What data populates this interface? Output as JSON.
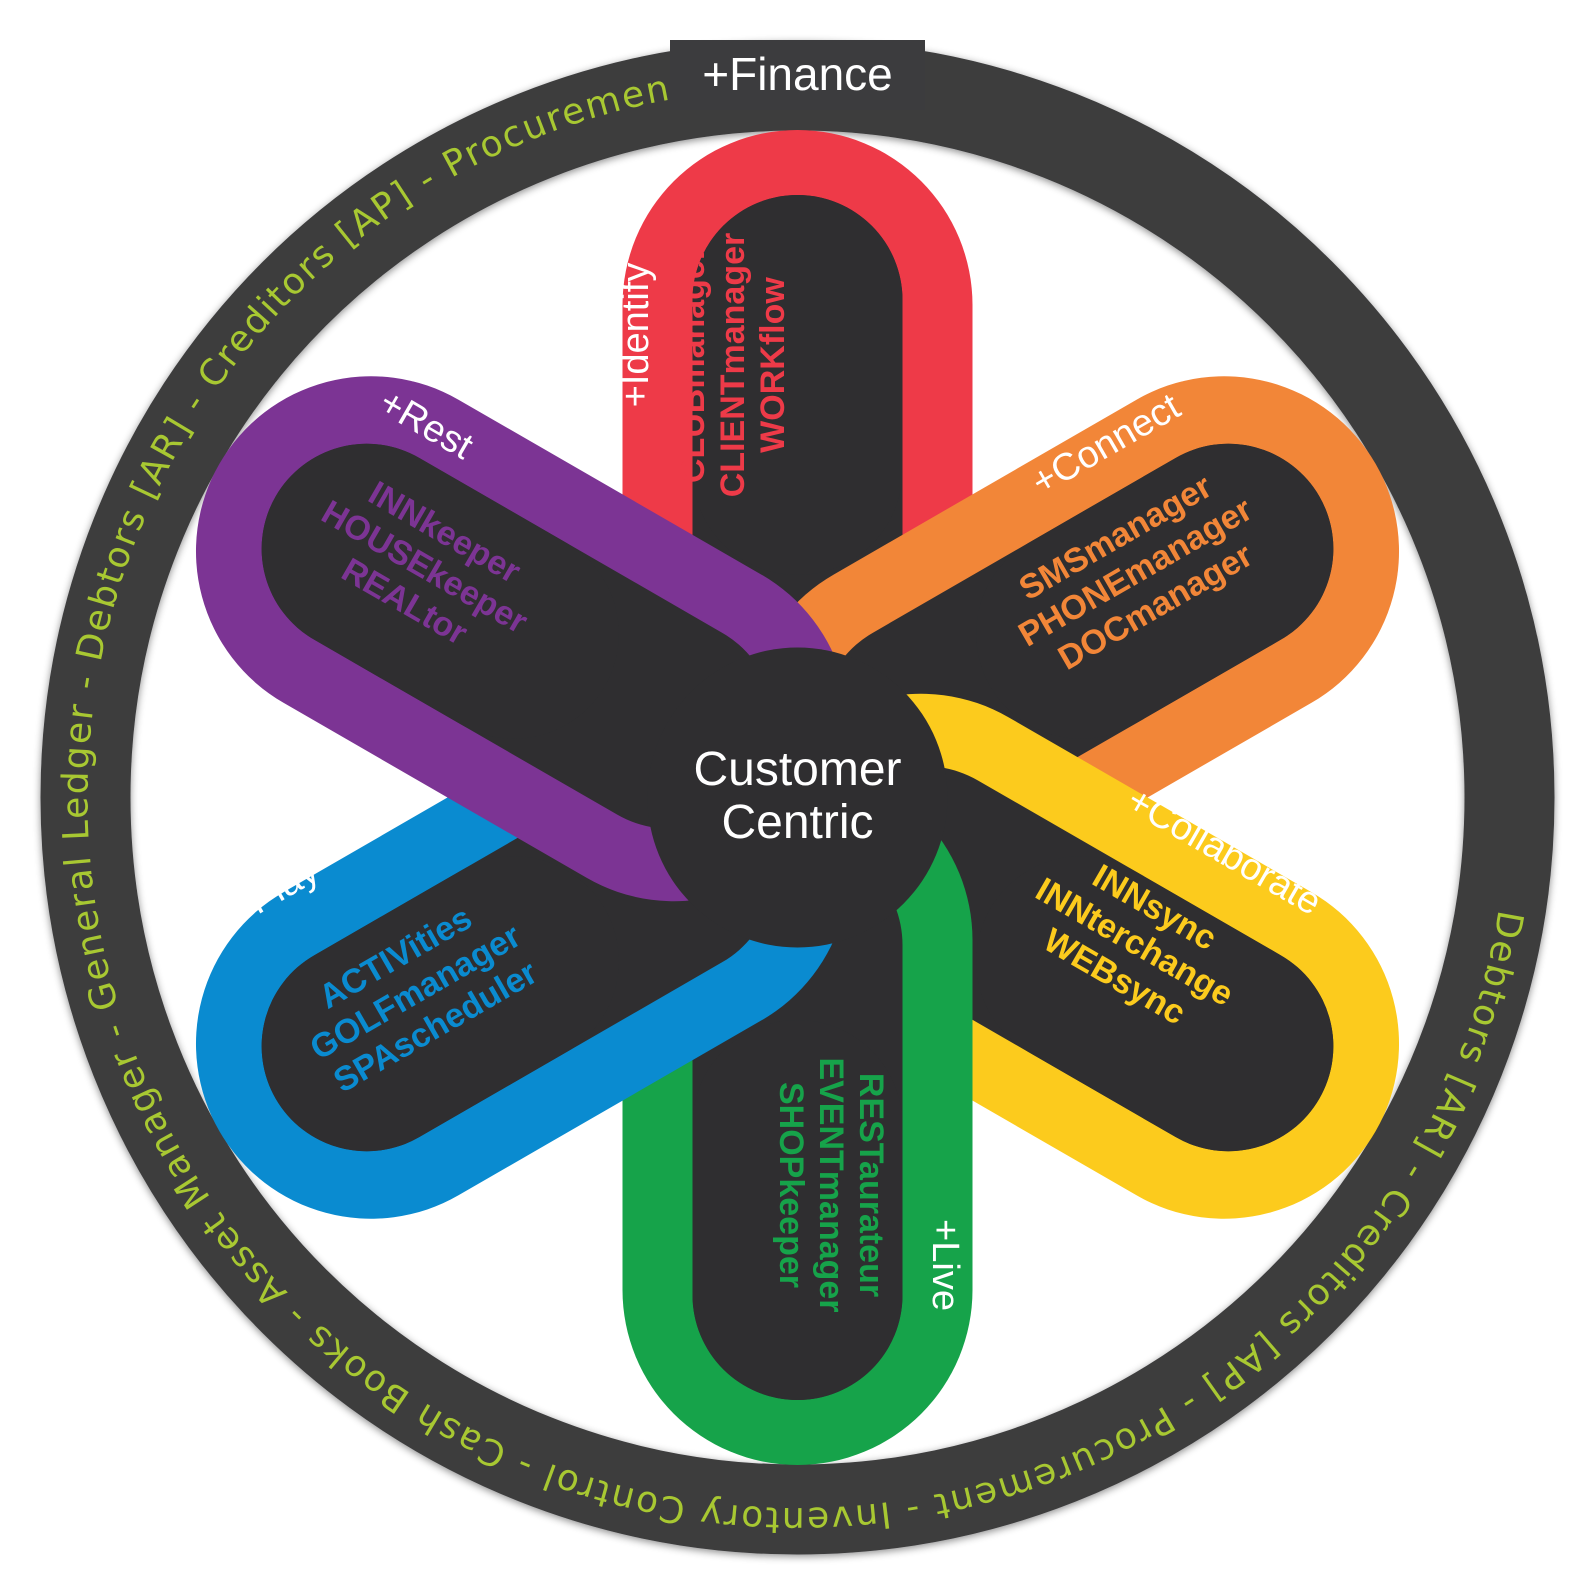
{
  "finance_label": "+Finance",
  "ring_text": "Debtors [AR] - Creditors [AP] - Procurement - Inventory Control - Cash Books - Asset Manager - General Ledger - Debtors [AR] - Creditors [AP] - Procurement - Inventory Control - Cash Books - Asset Manager - General Ledger",
  "center": {
    "line1": "Customer",
    "line2": "Centric"
  },
  "colors": {
    "ring": "#3c3c3e",
    "ring_text": "#a8c832",
    "hub": "#2f2e30",
    "background": "#ffffff"
  },
  "petals": [
    {
      "id": "identify",
      "label": "+Identify",
      "color": "#ee3a48",
      "modules": [
        "CLUBmanager",
        "CLIENTmanager",
        "WORKflow"
      ]
    },
    {
      "id": "connect",
      "label": "+Connect",
      "color": "#f28638",
      "modules": [
        "SMSmanager",
        "PHONEmanager",
        "DOCmanager"
      ]
    },
    {
      "id": "collaborate",
      "label": "+Collaborate",
      "color": "#fccb1d",
      "modules": [
        "INNsync",
        "INNterchange",
        "WEBsync"
      ]
    },
    {
      "id": "live",
      "label": "+Live",
      "color": "#16a34a",
      "modules": [
        "RESTaurateur",
        "EVENTmanager",
        "SHOPkeeper"
      ]
    },
    {
      "id": "play",
      "label": "+Play",
      "color": "#0a8bd0",
      "modules": [
        "ACTIVities",
        "GOLFmanager",
        "SPAscheduler"
      ]
    },
    {
      "id": "rest",
      "label": "+Rest",
      "color": "#7c3494",
      "modules": [
        "INNkeeper",
        "HOUSEkeeper",
        "REALtor"
      ]
    }
  ]
}
